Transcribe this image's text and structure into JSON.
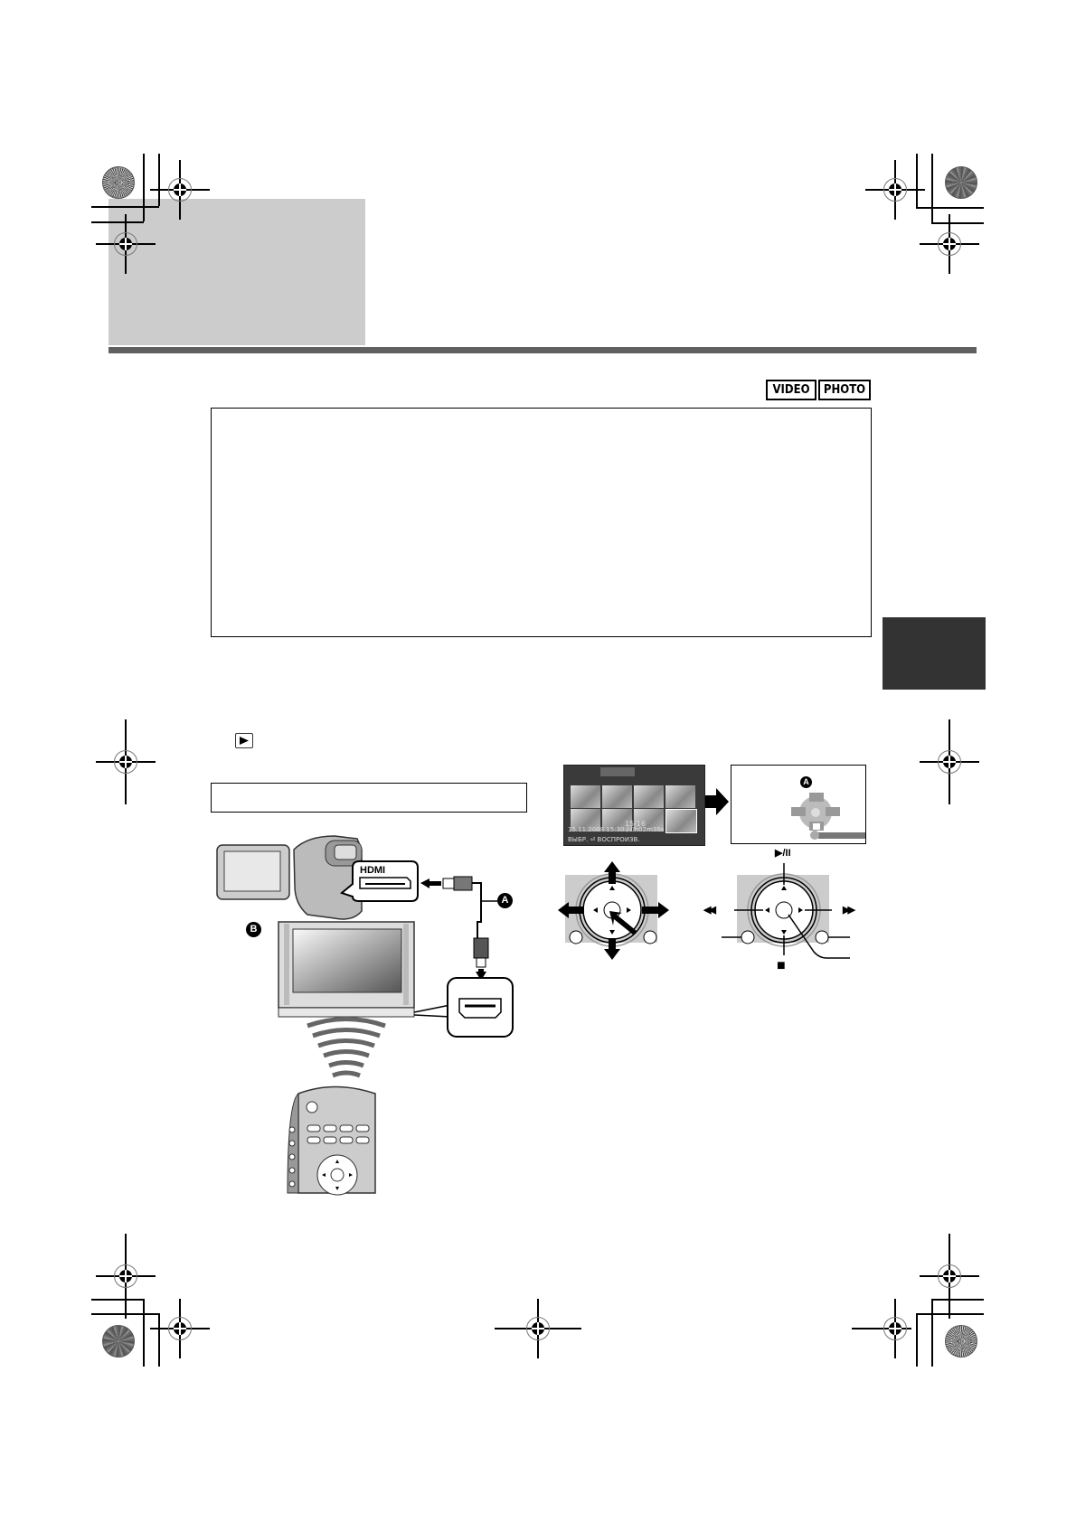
{
  "page": {
    "header": {
      "title": ""
    },
    "badges": [
      {
        "label": "VIDEO"
      },
      {
        "label": "PHOTO"
      }
    ],
    "mode_icon": "play-mode-icon",
    "lcd_screen": {
      "counter": "15/16",
      "datetime": "15.11.2008 15:30 / 0h02m35s",
      "footer": "ВЫБР.  ⏎ ВОСПРОИЗВ."
    },
    "labels": {
      "cable": "A",
      "tv": "B",
      "control_panel": "A"
    },
    "connector_label": "HDMI",
    "playback_controls": {
      "play_pause": "▶/II",
      "rewind": "◀◀",
      "fast_forward": "▶▶",
      "stop": "■"
    }
  }
}
